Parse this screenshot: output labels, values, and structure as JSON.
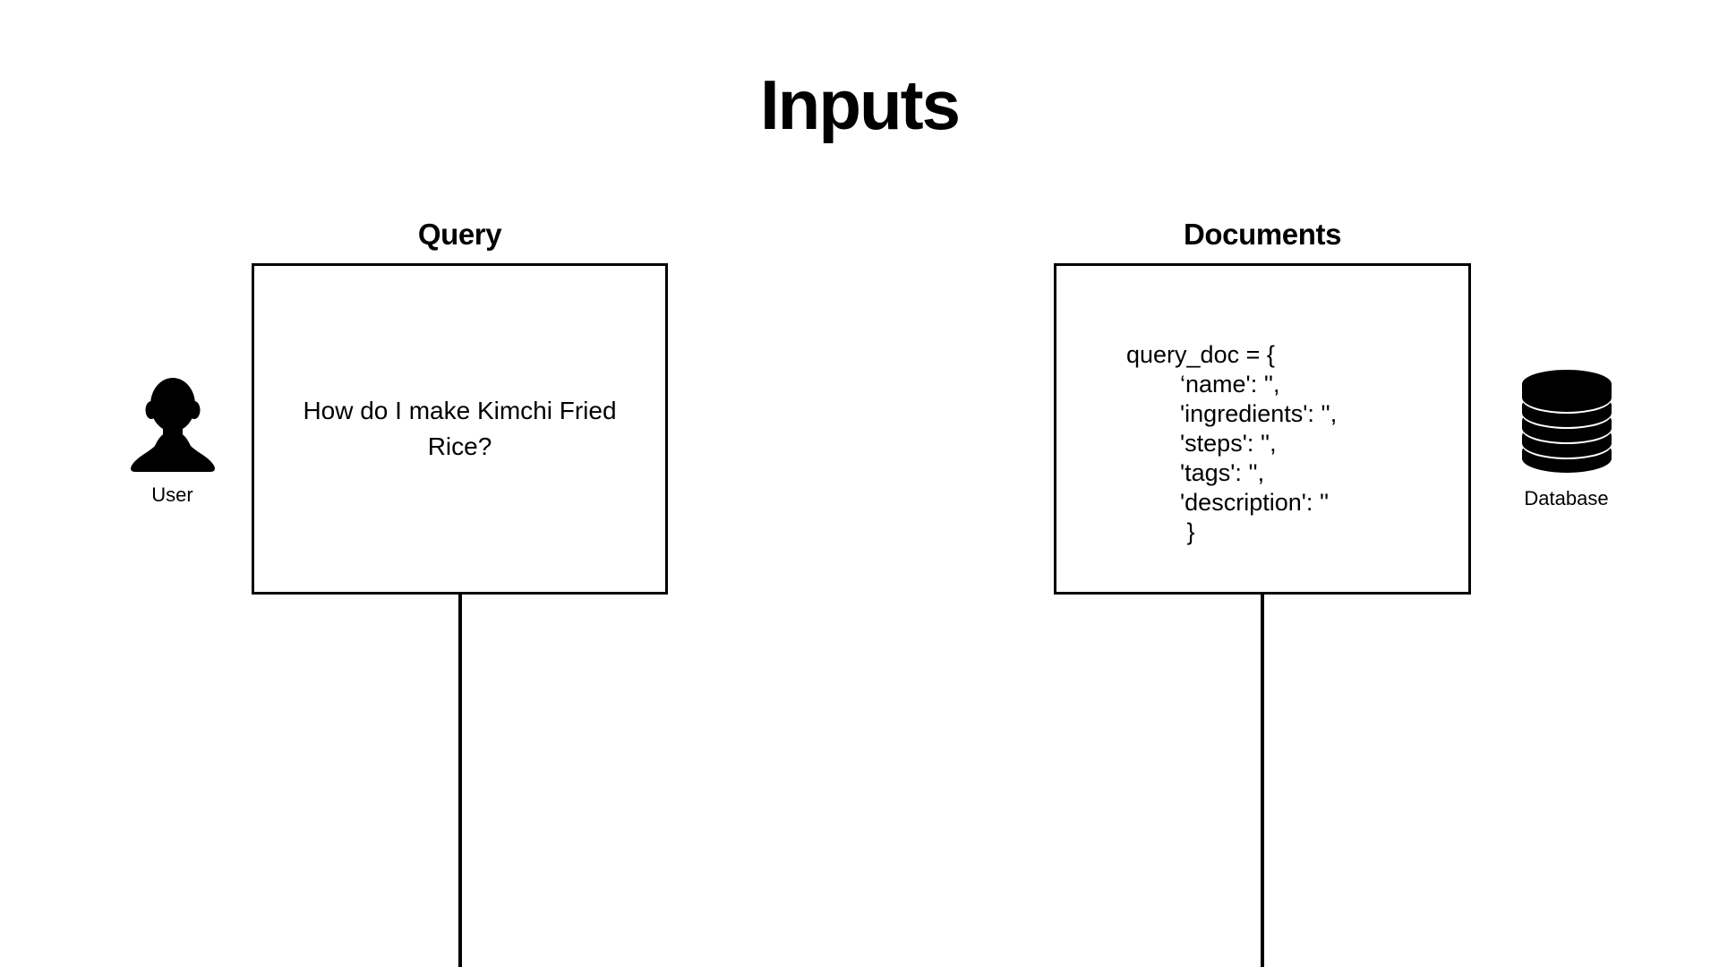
{
  "page": {
    "title": "Inputs",
    "background": "#ffffff",
    "ink": "#000000"
  },
  "columns": [
    {
      "id": "query",
      "heading": "Query",
      "box_text": "How do I make Kimchi Fried Rice?",
      "actor": {
        "icon": "user-silhouette-icon",
        "label": "User"
      }
    },
    {
      "id": "documents",
      "heading": "Documents",
      "code_lines": [
        "query_doc = {",
        "        ‘name': '',",
        "        'ingredients': '',",
        "        'steps': '',",
        "        'tags': '',",
        "        'description': ''",
        "         }"
      ],
      "actor": {
        "icon": "database-stack-icon",
        "label": "Database"
      }
    }
  ],
  "connectors": [
    {
      "from": "query-box",
      "direction": "down"
    },
    {
      "from": "documents-box",
      "direction": "down"
    }
  ]
}
